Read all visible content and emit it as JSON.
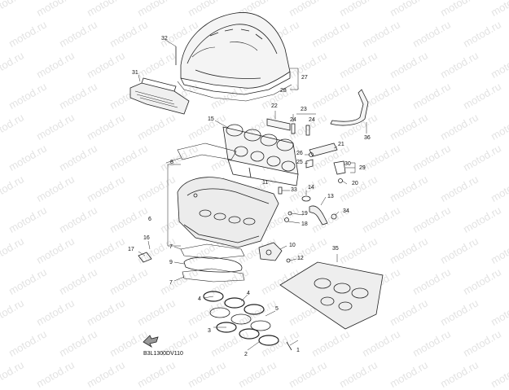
{
  "watermark": "motod.ru",
  "diagram_code": "B3L1300DV110",
  "callouts": [
    "1",
    "2",
    "3",
    "4",
    "5",
    "6",
    "7",
    "8",
    "9",
    "10",
    "11",
    "12",
    "13",
    "14",
    "15",
    "16",
    "17",
    "18",
    "19",
    "20",
    "21",
    "22",
    "23",
    "24",
    "25",
    "26",
    "27",
    "28",
    "29",
    "30",
    "31",
    "32",
    "33",
    "34",
    "35",
    "36"
  ]
}
